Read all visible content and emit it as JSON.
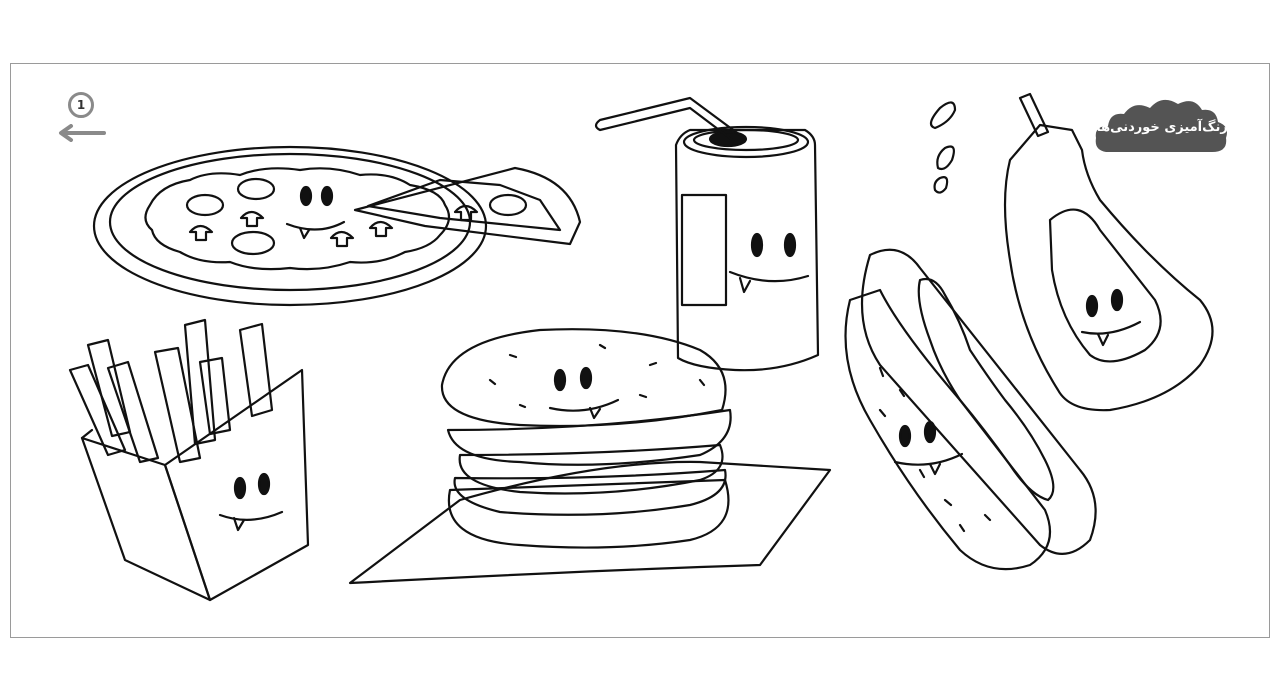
{
  "header": {
    "title": "رنگ‌آمیزی خوردنی‌ها",
    "page_number": "1",
    "cloud_color": "#545454"
  },
  "navigation": {
    "back_icon": "arrow-left-icon",
    "page_badge_icon": "page-number-badge"
  },
  "illustration": {
    "items": [
      "pizza",
      "soda-can",
      "ketchup-bottle",
      "french-fries",
      "burger",
      "hot-dog"
    ],
    "line_color": "#111111"
  }
}
